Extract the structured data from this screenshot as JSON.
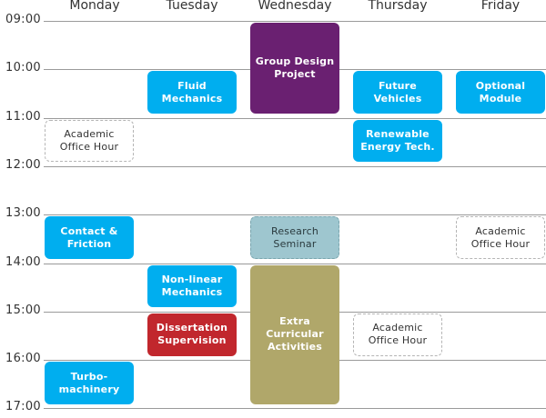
{
  "days": [
    "Monday",
    "Tuesday",
    "Wednesday",
    "Thursday",
    "Friday"
  ],
  "times": [
    "09:00",
    "10:00",
    "11:00",
    "12:00",
    "13:00",
    "14:00",
    "15:00",
    "16:00",
    "17:00"
  ],
  "events": [
    {
      "id": "group-design-project",
      "day": 2,
      "start": "09:00",
      "end": "10:55",
      "title": "Group Design\nProject",
      "category": "project"
    },
    {
      "id": "fluid-mechanics",
      "day": 1,
      "start": "10:00",
      "end": "10:55",
      "title": "Fluid\nMechanics",
      "category": "teaching"
    },
    {
      "id": "future-vehicles",
      "day": 3,
      "start": "10:00",
      "end": "10:55",
      "title": "Future\nVehicles",
      "category": "teaching"
    },
    {
      "id": "optional-module",
      "day": 4,
      "start": "10:00",
      "end": "10:55",
      "title": "Optional\nModule",
      "category": "teaching"
    },
    {
      "id": "academic-office-hour-mon",
      "day": 0,
      "start": "11:00",
      "end": "11:55",
      "title": "Academic\nOffice Hour",
      "category": "office"
    },
    {
      "id": "renewable-energy-tech",
      "day": 3,
      "start": "11:00",
      "end": "11:55",
      "title": "Renewable\nEnergy Tech.",
      "category": "teaching"
    },
    {
      "id": "contact-and-friction",
      "day": 0,
      "start": "13:00",
      "end": "13:55",
      "title": "Contact &\nFriction",
      "category": "teaching"
    },
    {
      "id": "research-seminar",
      "day": 2,
      "start": "13:00",
      "end": "13:55",
      "title": "Research\nSeminar",
      "category": "seminar"
    },
    {
      "id": "academic-office-hour-fri",
      "day": 4,
      "start": "13:00",
      "end": "13:55",
      "title": "Academic\nOffice Hour",
      "category": "office"
    },
    {
      "id": "non-linear-mechanics",
      "day": 1,
      "start": "14:00",
      "end": "14:55",
      "title": "Non-linear\nMechanics",
      "category": "teaching"
    },
    {
      "id": "extra-curricular-activities",
      "day": 2,
      "start": "14:00",
      "end": "16:55",
      "title": "Extra\nCurricular\nActivities",
      "category": "extra"
    },
    {
      "id": "dissertation-supervision",
      "day": 1,
      "start": "15:00",
      "end": "15:55",
      "title": "Dissertation\nSupervision",
      "category": "super"
    },
    {
      "id": "academic-office-hour-thu",
      "day": 3,
      "start": "15:00",
      "end": "15:55",
      "title": "Academic\nOffice Hour",
      "category": "office"
    },
    {
      "id": "turbo-machinery",
      "day": 0,
      "start": "16:00",
      "end": "16:55",
      "title": "Turbo-\nmachinery",
      "category": "teaching"
    }
  ],
  "colors": {
    "teaching": "#00aeef",
    "project": "#6a2071",
    "supervision": "#c1272d",
    "seminar": "#9ec6cf",
    "extra_curricular": "#b0a76a",
    "office_hour": "#ffffff"
  }
}
